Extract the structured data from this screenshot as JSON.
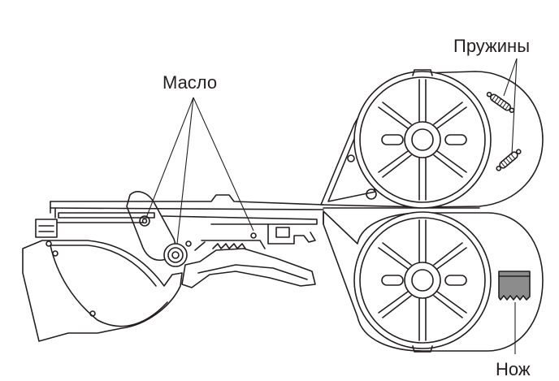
{
  "labels": {
    "oil": "Масло",
    "springs": "Пружины",
    "knife": "Нож"
  },
  "colors": {
    "line": "#231f20",
    "background": "#ffffff",
    "blade_fill": "#8c8c8c"
  }
}
